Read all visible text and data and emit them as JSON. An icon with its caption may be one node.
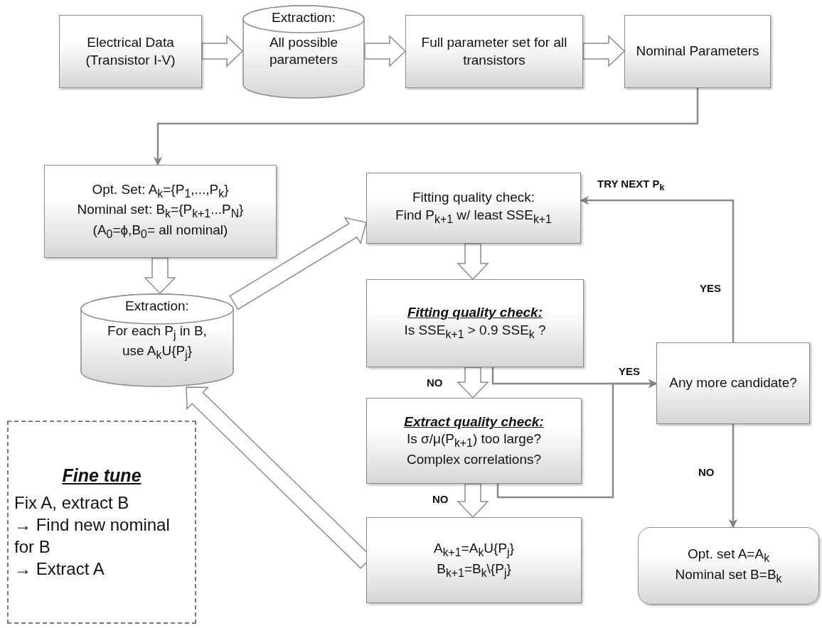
{
  "diagram": {
    "nodes": [
      {
        "text": [
          "Electrical Data (Transistor I-V)"
        ]
      },
      {
        "text": [
          "Extraction:",
          "All possible parameters"
        ]
      },
      {
        "text": [
          "Full parameter set for all transistors"
        ]
      },
      {
        "text": [
          "Nominal Parameters"
        ]
      },
      {
        "text": [
          "Opt. Set: A$_{k}$={P$_{1}$,...,P$_{k}$}",
          "Nominal set: B$_{k}$={P$_{k+1}$...P$_{N}$}",
          "(A$_{0}$=ϕ,B$_{0}$= all nominal)"
        ]
      },
      {
        "text": [
          "Extraction:",
          "For each P$_{j}$ in B, use A$_{k}$U{P$_{j}$}"
        ]
      },
      {
        "text": [
          "Fitting quality check:",
          "Find P$_{k+1}$ w/ least SSE$_{k+1}$"
        ]
      },
      {
        "text": [
          "Fitting quality check:",
          "Is SSE$_{k+1}$ > 0.9 SSE$_{k}$ ?"
        ]
      },
      {
        "text": [
          "Extract quality check:",
          "Is σ/μ(P$_{k+1}$) too large?",
          "Complex correlations?"
        ]
      },
      {
        "text": [
          "A$_{k+1}$=A$_{k}$U{P$_{j}$}",
          "B$_{k+1}$=B$_{k}$\\{P$_{j}$}"
        ]
      },
      {
        "text": [
          "Any more candidate?"
        ]
      },
      {
        "text": [
          "Opt. set A=A$_{k}$",
          "Nominal set B=B$_{k}$"
        ]
      },
      {
        "text": [
          "Fine tune",
          "Fix A, extract B",
          "→ Find new nominal for B",
          "→ Extract A"
        ]
      }
    ],
    "edges": [
      {
        "from": 0,
        "to": 1,
        "arrow": "to",
        "style": "thick"
      },
      {
        "from": 1,
        "to": 2,
        "arrow": "to",
        "style": "thick"
      },
      {
        "from": 2,
        "to": 3,
        "arrow": "to",
        "style": "thick"
      },
      {
        "from": 3,
        "to": 4,
        "arrow": "to"
      },
      {
        "from": 4,
        "to": 5,
        "arrow": "to",
        "style": "thick"
      },
      {
        "from": 5,
        "to": 6,
        "arrow": "to",
        "style": "thick"
      },
      {
        "from": 6,
        "to": 7,
        "arrow": "to",
        "style": "thick"
      },
      {
        "from": 7,
        "to": 8,
        "arrow": "to",
        "style": "thick",
        "label": "NO"
      },
      {
        "from": 8,
        "to": 9,
        "arrow": "to",
        "style": "thick",
        "label": "NO"
      },
      {
        "from": 9,
        "to": 5,
        "arrow": "to",
        "style": "thick"
      },
      {
        "from": 7,
        "to": 10,
        "arrow": "to",
        "label": "YES"
      },
      {
        "from": 8,
        "to": 10,
        "arrow": "to"
      },
      {
        "from": 10,
        "to": 6,
        "arrow": "to",
        "label": "YES"
      },
      {
        "from": 10,
        "to": 11,
        "arrow": "to",
        "label": "NO"
      }
    ],
    "labels": [
      "TRY NEXT P$_{k}$"
    ]
  }
}
